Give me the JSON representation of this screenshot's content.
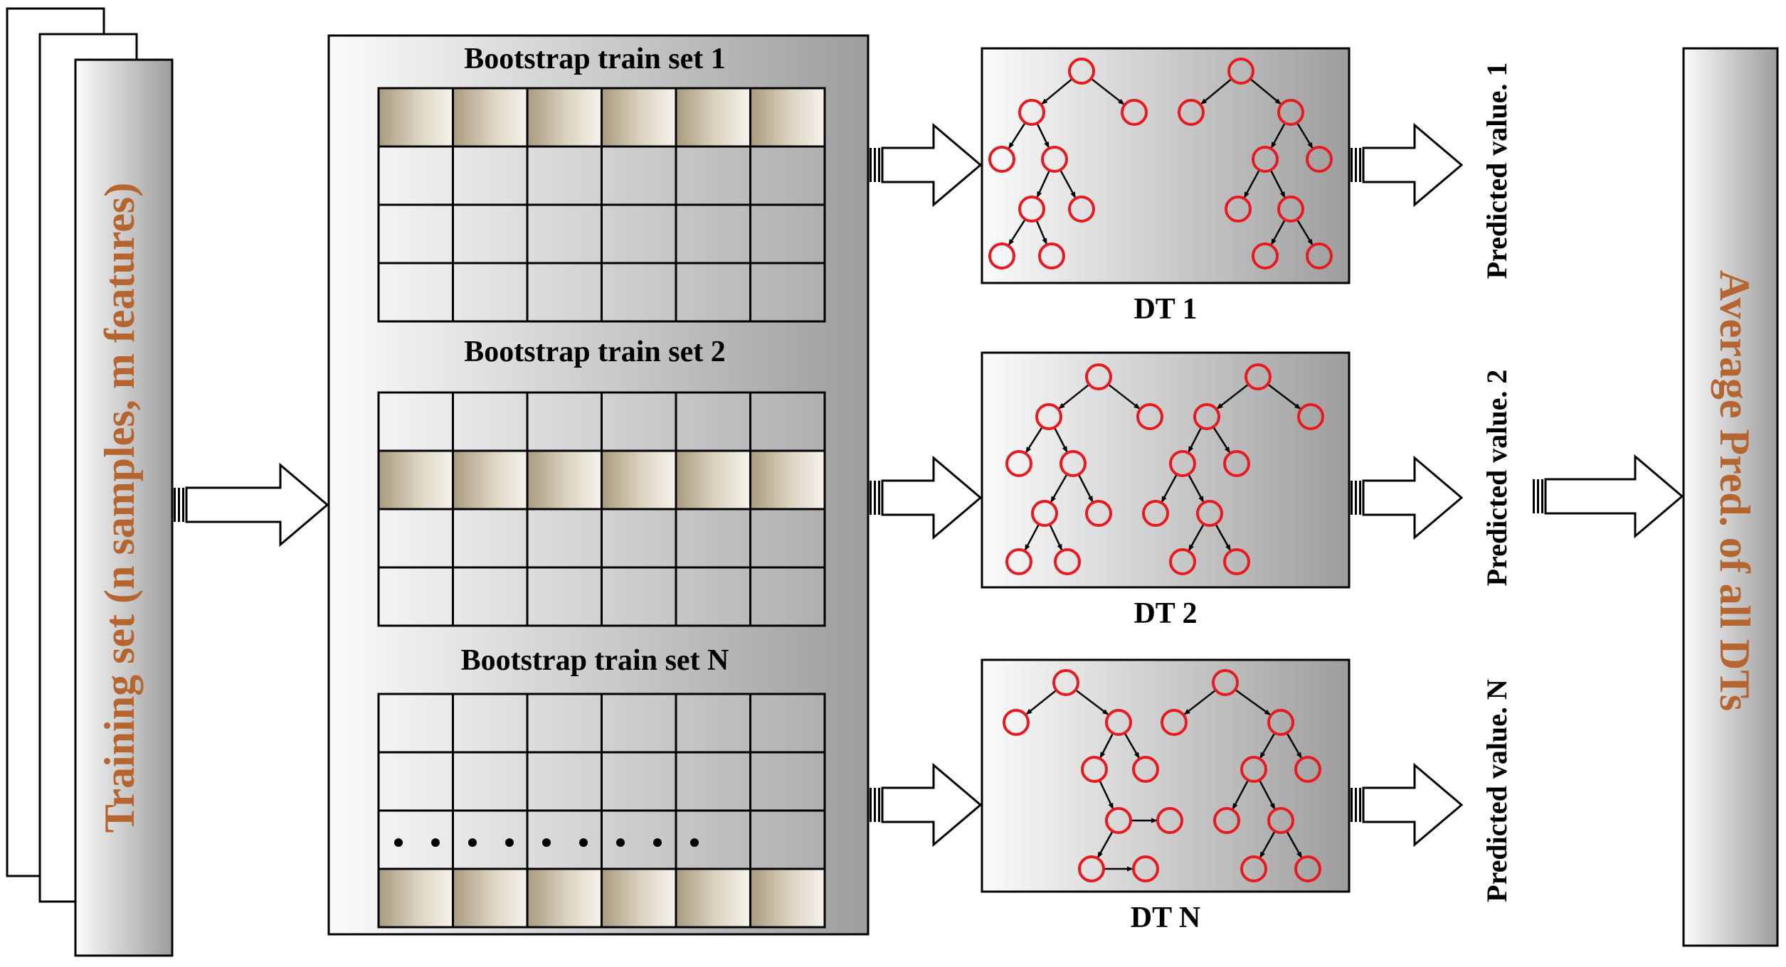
{
  "training_set": {
    "label": "Training set (n samples, m features)"
  },
  "bootstrap_sets": [
    {
      "title": "Bootstrap train set 1",
      "highlighted_row": 1,
      "ellipsis_row": 0
    },
    {
      "title": "Bootstrap train set 2",
      "highlighted_row": 2,
      "ellipsis_row": 0
    },
    {
      "title": "Bootstrap train set N",
      "highlighted_row": 4,
      "ellipsis_row": 3
    }
  ],
  "grid": {
    "rows": 4,
    "columns": 6
  },
  "trees": [
    {
      "label": "DT 1",
      "prediction": "Predicted value. 1"
    },
    {
      "label": "DT 2",
      "prediction": "Predicted value. 2"
    },
    {
      "label": "DT N",
      "prediction": "Predicted value. N"
    }
  ],
  "output": {
    "label": "Average Pred. of all DTs"
  },
  "colors": {
    "accent_text": "#b5652f",
    "node_stroke": "#e8191f",
    "highlight_cell": "#d6cbb4",
    "panel_dark": "#9d9d9d",
    "panel_light": "#fbfbfb"
  }
}
